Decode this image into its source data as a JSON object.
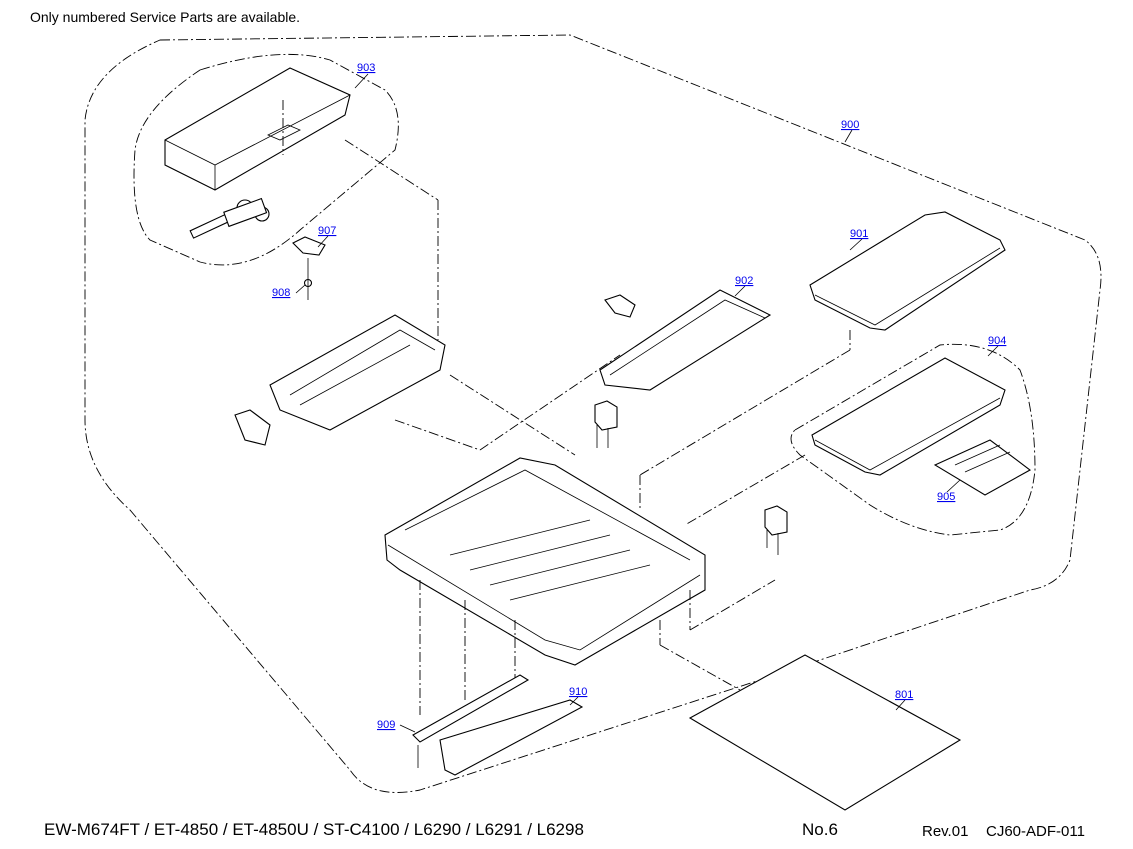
{
  "note": "Only numbered Service Parts are available.",
  "parts": {
    "p900": "900",
    "p901": "901",
    "p902": "902",
    "p903": "903",
    "p904": "904",
    "p905": "905",
    "p907": "907",
    "p908": "908",
    "p909": "909",
    "p910": "910",
    "p801": "801"
  },
  "footer": {
    "models": "EW-M674FT / ET-4850 / ET-4850U / ST-C4100 / L6290 / L6291 / L6298",
    "page": "No.6",
    "revision": "Rev.01",
    "code": "CJ60-ADF-011"
  },
  "colors": {
    "link": "#0000ee"
  }
}
